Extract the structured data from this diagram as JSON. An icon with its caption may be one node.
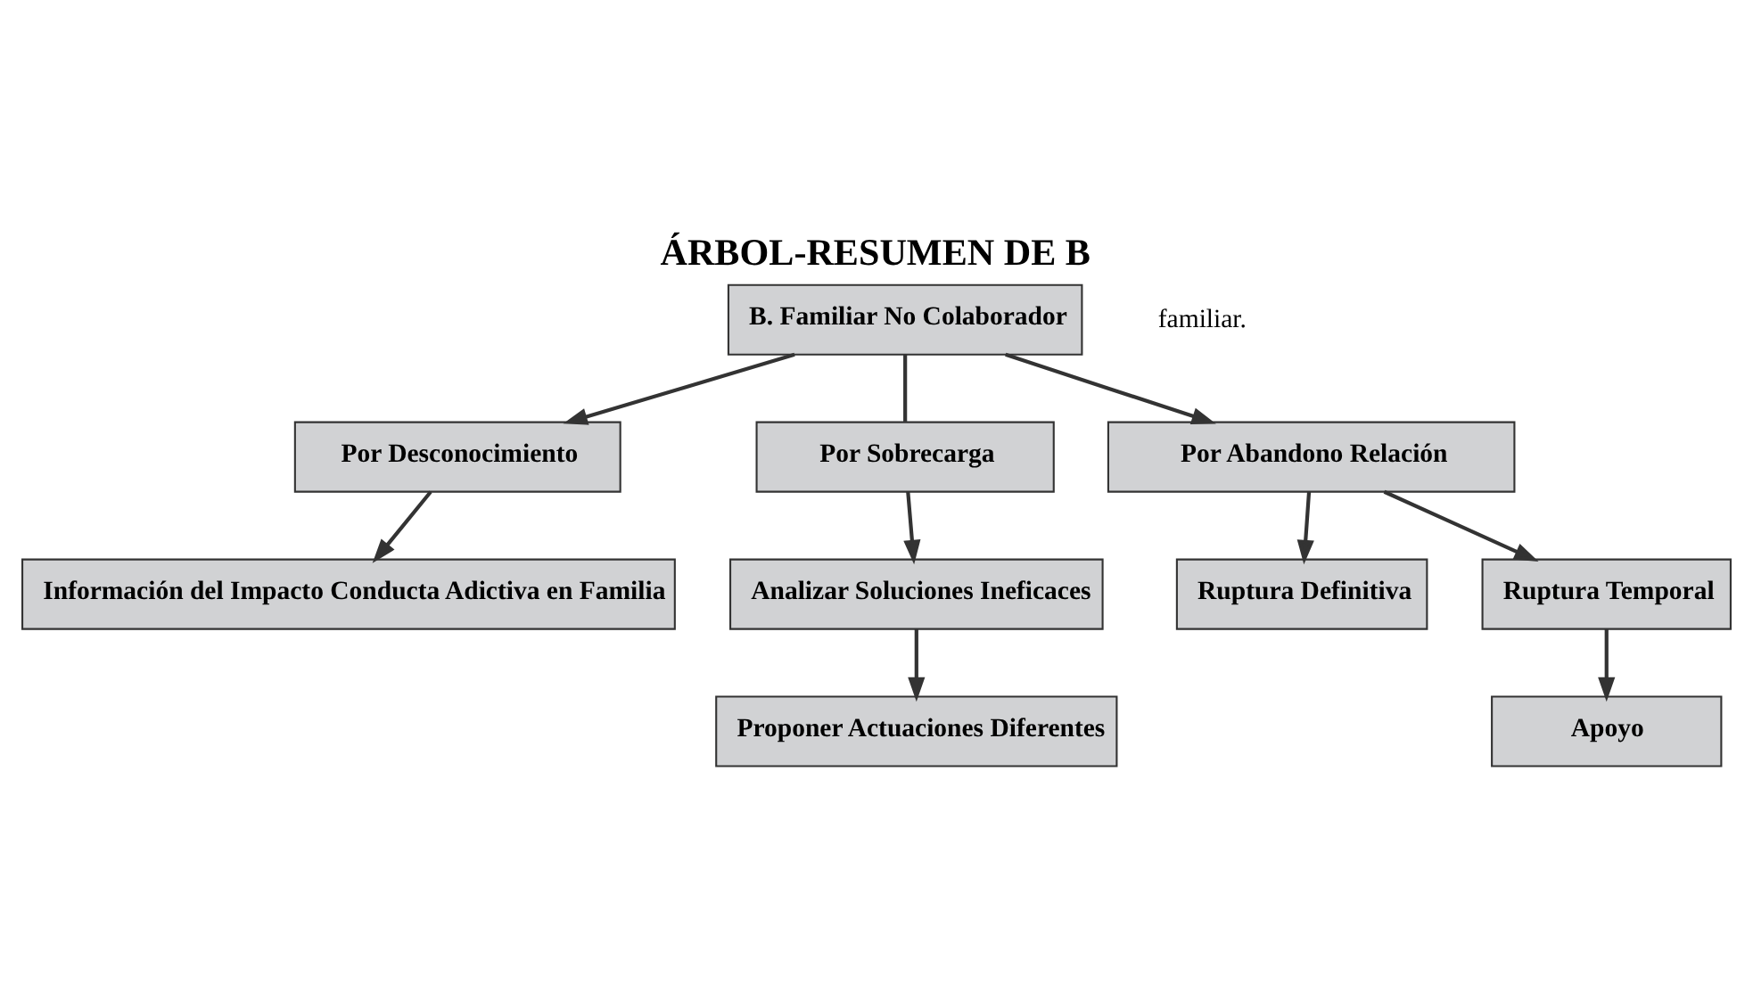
{
  "diagram": {
    "title": "ÁRBOL-RESUMEN DE B",
    "nodes": [
      {
        "text": [
          "B. Familiar No Colaborador"
        ]
      },
      {
        "text": [
          "Por Desconocimiento"
        ]
      },
      {
        "text": [
          "Por Sobrecarga"
        ]
      },
      {
        "text": [
          "Por Abandono Relación"
        ]
      },
      {
        "text": [
          "Información del Impacto Conducta Adictiva en Familia"
        ]
      },
      {
        "text": [
          "Analizar Soluciones Ineficaces"
        ]
      },
      {
        "text": [
          "Ruptura Definitiva"
        ]
      },
      {
        "text": [
          "Ruptura Temporal"
        ]
      },
      {
        "text": [
          "Proponer Actuaciones Diferentes"
        ]
      },
      {
        "text": [
          "Apoyo"
        ]
      }
    ],
    "edges": [
      {
        "from": 0,
        "to": 1,
        "arrow": "to"
      },
      {
        "from": 0,
        "to": 2,
        "arrow": "none"
      },
      {
        "from": 0,
        "to": 3,
        "arrow": "to"
      },
      {
        "from": 1,
        "to": 4,
        "arrow": "to"
      },
      {
        "from": 2,
        "to": 5,
        "arrow": "to"
      },
      {
        "from": 3,
        "to": 6,
        "arrow": "to"
      },
      {
        "from": 3,
        "to": 7,
        "arrow": "to"
      },
      {
        "from": 5,
        "to": 8,
        "arrow": "to"
      },
      {
        "from": 7,
        "to": 9,
        "arrow": "to"
      }
    ],
    "labels": [
      "familiar."
    ]
  }
}
